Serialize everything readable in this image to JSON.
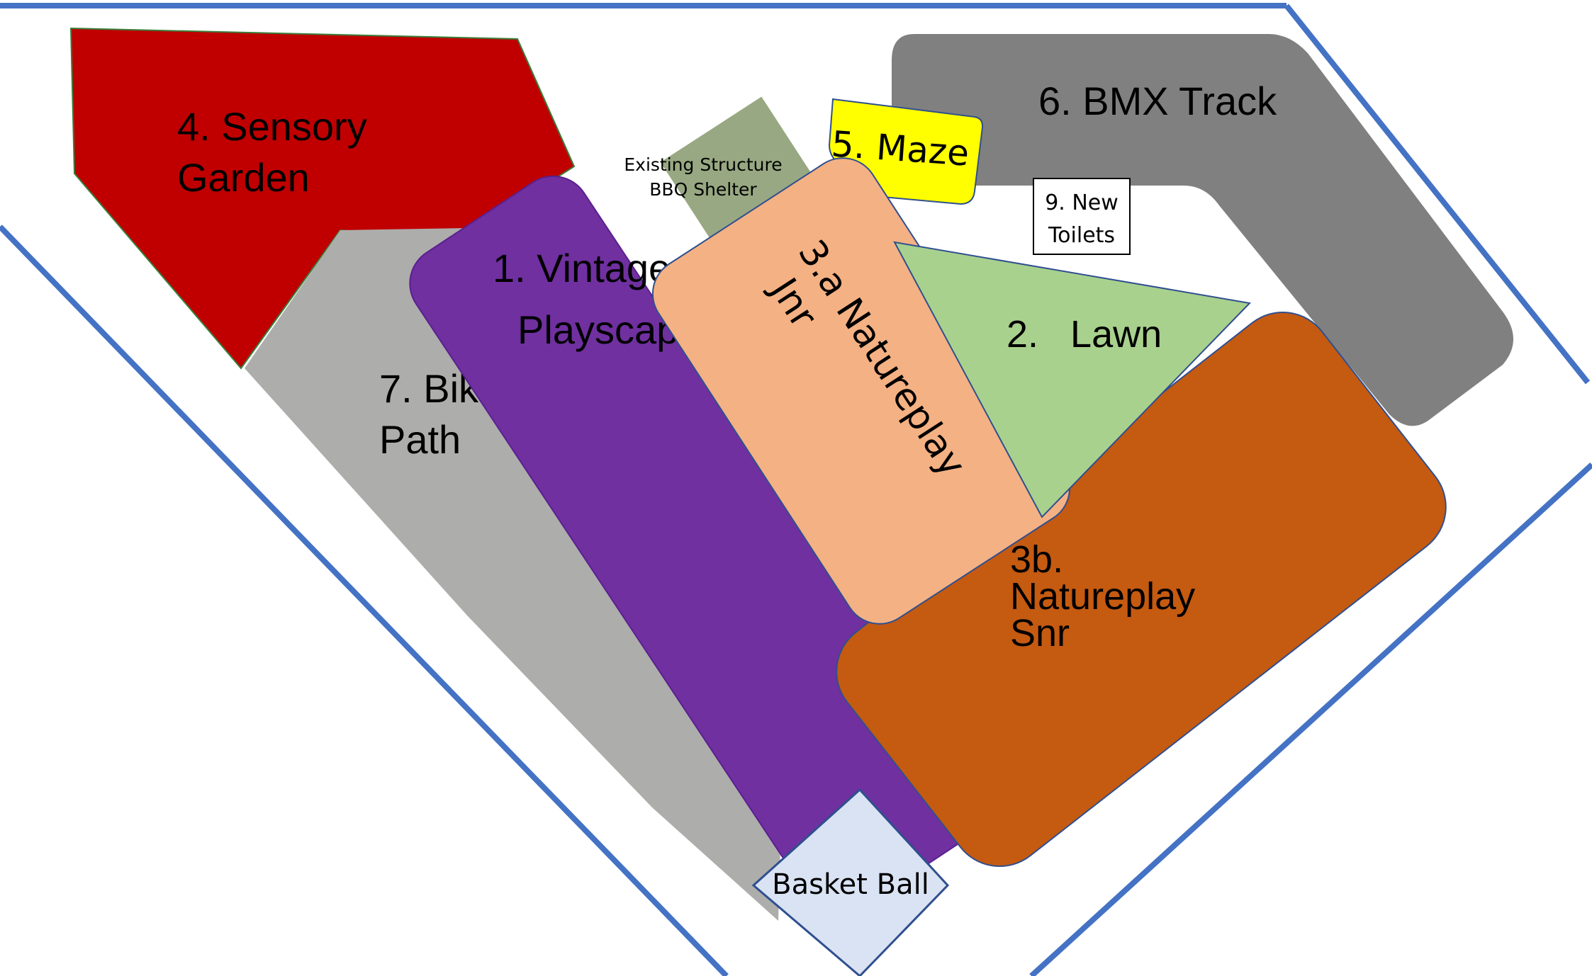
{
  "zones": {
    "sensory_garden": {
      "line1": "4. Sensory",
      "line2": "Garden",
      "color": "#c00000"
    },
    "bike_path": {
      "line1": "7. Bike",
      "line2": "Path",
      "color": "#adadab"
    },
    "vintage_playscape": {
      "line1": "1. Vintage",
      "line2": "Playscape",
      "color": "#7030a0"
    },
    "existing_structure": {
      "line1": "Existing Structure",
      "line2": "BBQ Shelter",
      "color": "#98a882"
    },
    "natureplay_jnr": {
      "line1": "3.a Natureplay",
      "line2": "Jnr",
      "color": "#f4b183"
    },
    "maze": {
      "label": "5. Maze",
      "color": "#ffff00"
    },
    "bmx_track": {
      "label": "6. BMX Track",
      "color": "#808080"
    },
    "new_toilets": {
      "line1": "9. New",
      "line2": "Toilets"
    },
    "lawn": {
      "label": "2.   Lawn",
      "color": "#a9d18e"
    },
    "natureplay_snr": {
      "line1": "3b.",
      "line2": "Natureplay",
      "line3": "Snr",
      "color": "#c55a11"
    },
    "basket_ball": {
      "label": "Basket Ball",
      "color": "#dae3f3"
    }
  },
  "boundary_color": "#4472c4"
}
